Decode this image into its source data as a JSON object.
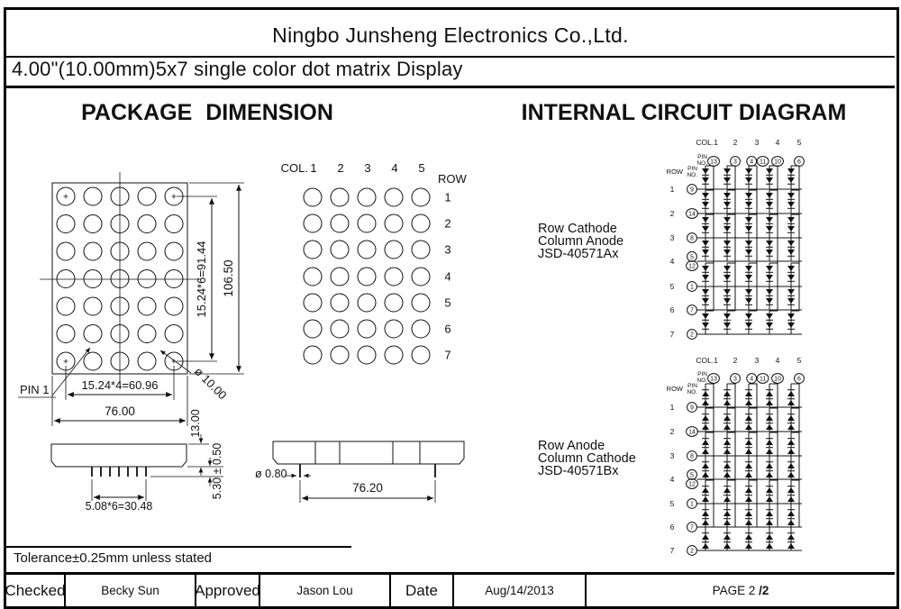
{
  "colors": {
    "ink": "#111111",
    "paper": "#ffffff"
  },
  "header": {
    "company": "Ningbo Junsheng Electronics Co.,Ltd."
  },
  "subtitle": "4.00\"(10.00mm)5x7 single color dot matrix Display",
  "sections": {
    "left_title": "PACKAGE DIMENSION",
    "right_title": "INTERNAL CIRCUIT DIAGRAM"
  },
  "package": {
    "dim_row_pitch": "15.24*6=91.44",
    "dim_height": "106.50",
    "dim_col_pitch": "15.24*4=60.96",
    "dim_width": "76.00",
    "pin1_label": "PIN 1",
    "dot_diameter": "ø 10.00",
    "dim_thickness": "13.00",
    "dim_pin_length": "5.30 ± 0.50",
    "dim_pin_pitch": "5.08*6=30.48",
    "dim_pin_diameter": "ø 0.80",
    "dim_body_length": "76.20"
  },
  "reference_matrix": {
    "col_label": "COL.",
    "col_numbers": [
      "1",
      "2",
      "3",
      "4",
      "5"
    ],
    "row_label": "ROW",
    "row_numbers": [
      "1",
      "2",
      "3",
      "4",
      "5",
      "6",
      "7"
    ]
  },
  "circuits": [
    {
      "label_lines": [
        "Row Cathode",
        "Column Anode",
        "JSD-40571Ax"
      ],
      "col_header": "COL.1",
      "col_numbers": [
        "2",
        "3",
        "4",
        "5"
      ],
      "pin_no": [
        "PIN",
        "NO."
      ],
      "row_label": "ROW",
      "col_pins": [
        [
          "13"
        ],
        [
          "3"
        ],
        [
          "4",
          "11"
        ],
        [
          "10"
        ],
        [
          "6"
        ]
      ],
      "row_pins": [
        [
          "9"
        ],
        [
          "14"
        ],
        [
          "8"
        ],
        [
          "5",
          "12"
        ],
        [
          "1"
        ],
        [
          "7"
        ],
        [
          "2"
        ]
      ],
      "row_numbers": [
        "1",
        "2",
        "3",
        "4",
        "5",
        "6",
        "7"
      ],
      "polarity": "row-cathode-column-anode"
    },
    {
      "label_lines": [
        "Row Anode",
        "Column Cathode",
        "JSD-40571Bx"
      ],
      "col_header": "COL.1",
      "col_numbers": [
        "2",
        "3",
        "4",
        "5"
      ],
      "pin_no": [
        "PIN",
        "NO."
      ],
      "row_label": "ROW",
      "col_pins": [
        [
          "13"
        ],
        [
          "3"
        ],
        [
          "4",
          "11"
        ],
        [
          "10"
        ],
        [
          "6"
        ]
      ],
      "row_pins": [
        [
          "9"
        ],
        [
          "14"
        ],
        [
          "8"
        ],
        [
          "5",
          "12"
        ],
        [
          "1"
        ],
        [
          "7"
        ],
        [
          "2"
        ]
      ],
      "row_numbers": [
        "1",
        "2",
        "3",
        "4",
        "5",
        "6",
        "7"
      ],
      "polarity": "row-anode-column-cathode"
    }
  ],
  "tolerance_note": "Tolerance±0.25mm unless stated",
  "footer": {
    "checked_label": "Checked",
    "checked_value": "Becky Sun",
    "approved_label": "Approved",
    "approved_value": "Jason Lou",
    "date_label": "Date",
    "date_value": "Aug/14/2013",
    "page_label": "PAGE 2",
    "page_total": "/2"
  }
}
